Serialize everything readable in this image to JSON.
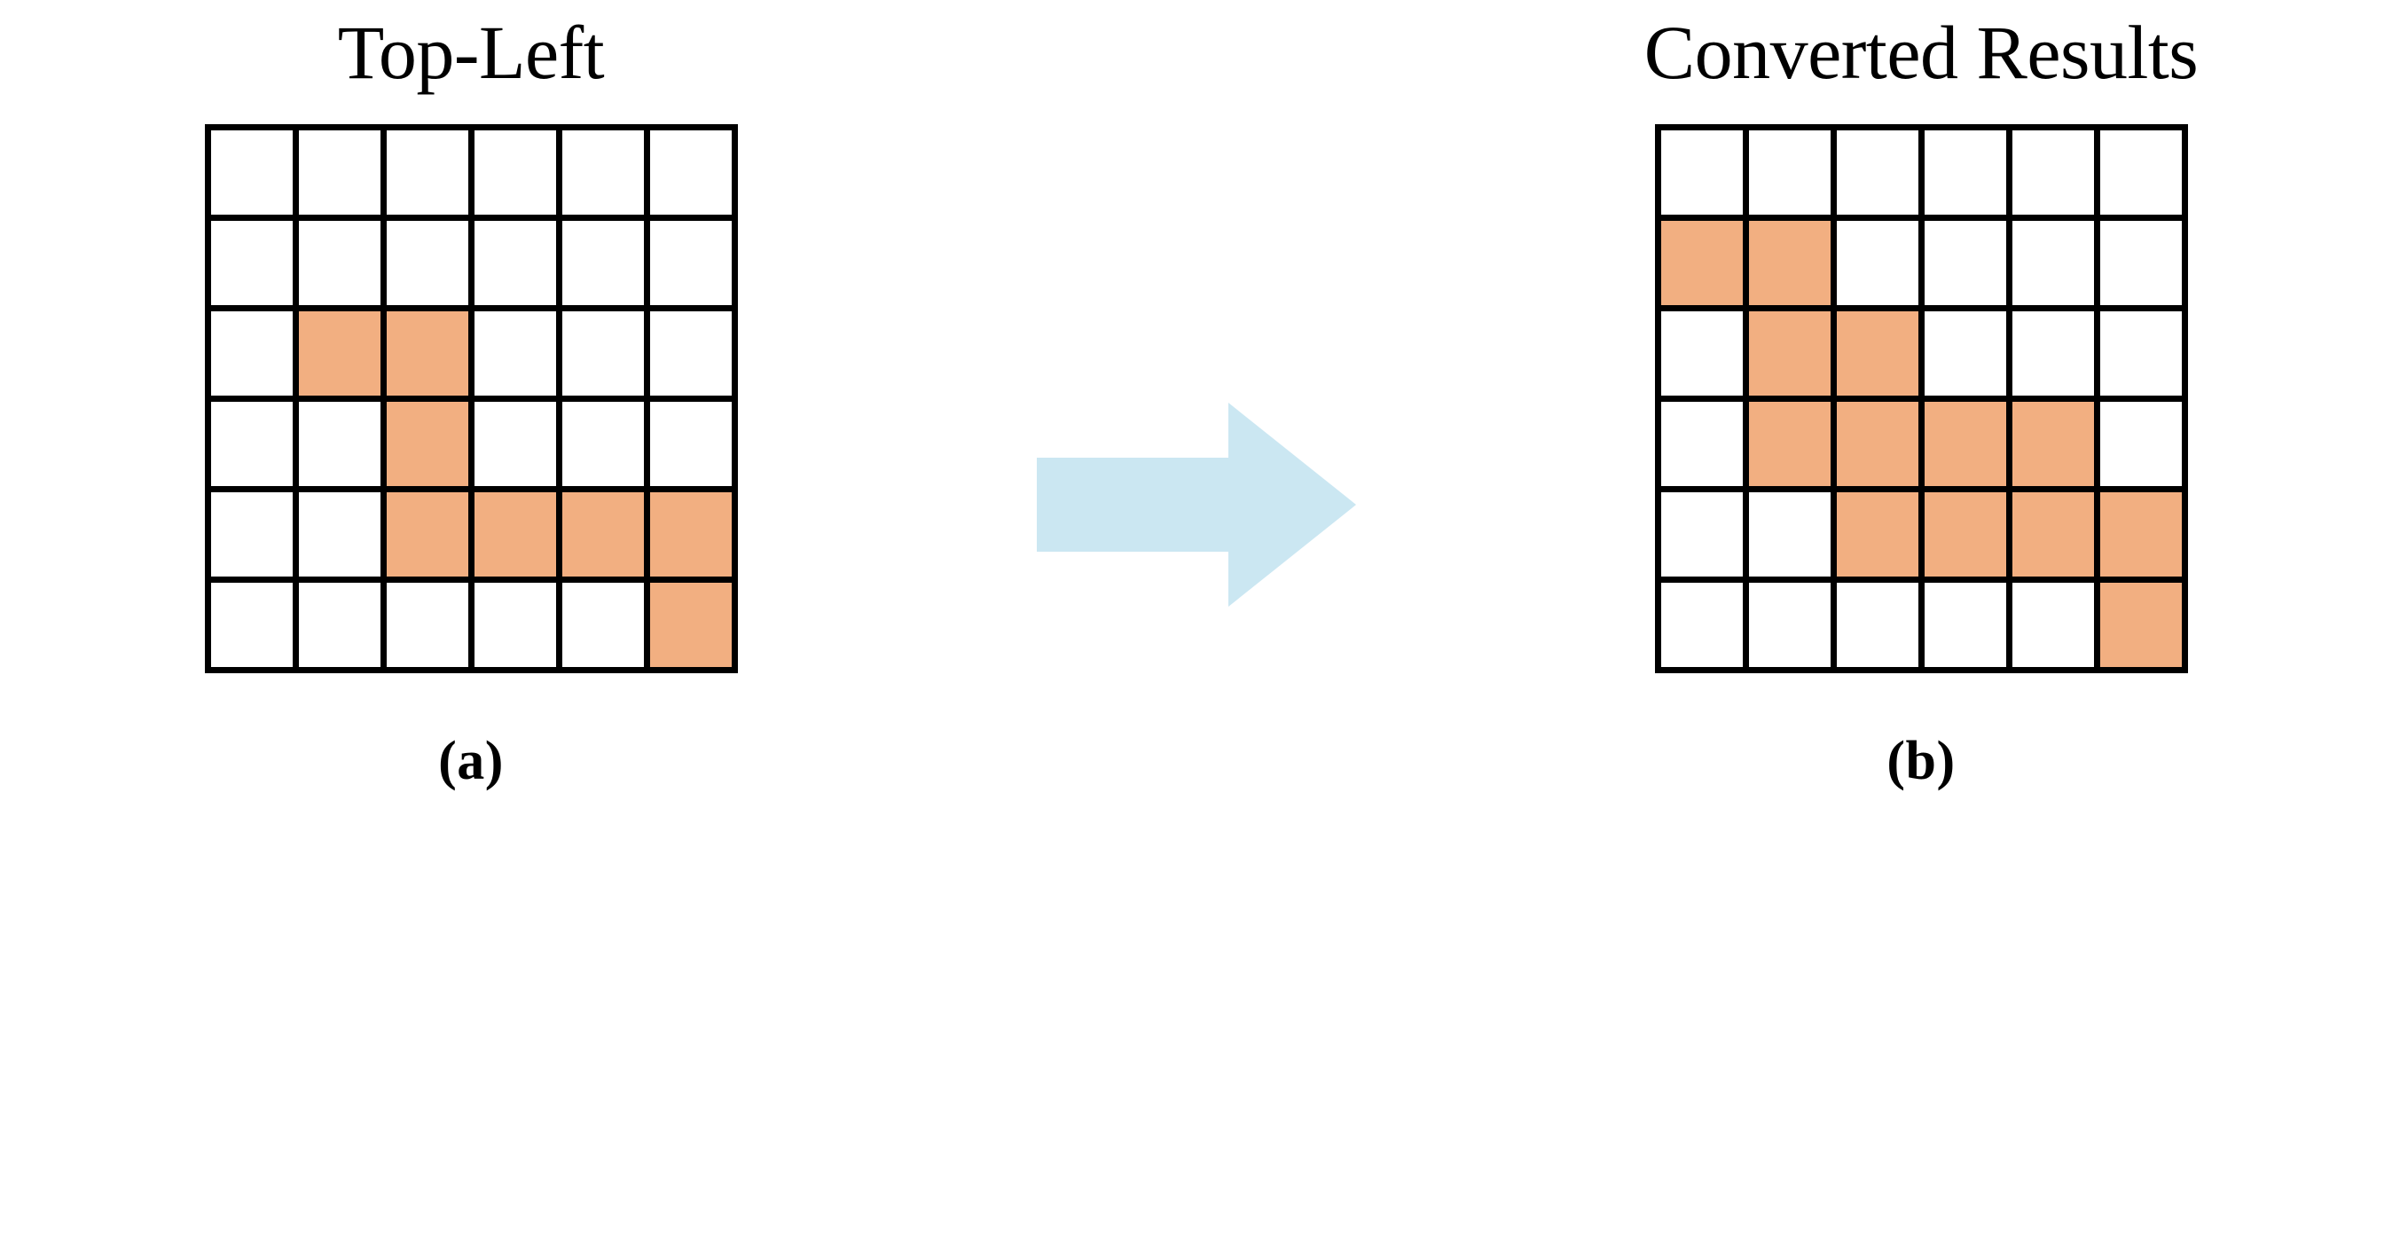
{
  "figure": {
    "background_color": "#FFFFFF",
    "fill_color": "#F2AF81",
    "grid_line_color": "#000000",
    "arrow_color": "#CBE7F2",
    "arrow_name": "right-arrow"
  },
  "panels": [
    {
      "id": "a",
      "title": "Top-Left",
      "caption": "(a)",
      "grid": {
        "rows": 6,
        "cols": 6,
        "filled_cells": [
          [
            3,
            2
          ],
          [
            3,
            3
          ],
          [
            4,
            3
          ],
          [
            5,
            3
          ],
          [
            5,
            4
          ],
          [
            5,
            5
          ],
          [
            5,
            6
          ],
          [
            6,
            6
          ]
        ],
        "matrix": [
          [
            0,
            0,
            0,
            0,
            0,
            0
          ],
          [
            0,
            0,
            0,
            0,
            0,
            0
          ],
          [
            0,
            1,
            1,
            0,
            0,
            0
          ],
          [
            0,
            0,
            1,
            0,
            0,
            0
          ],
          [
            0,
            0,
            1,
            1,
            1,
            1
          ],
          [
            0,
            0,
            0,
            0,
            0,
            1
          ]
        ]
      }
    },
    {
      "id": "b",
      "title": "Converted Results",
      "caption": "(b)",
      "grid": {
        "rows": 6,
        "cols": 6,
        "filled_cells": [
          [
            2,
            1
          ],
          [
            2,
            2
          ],
          [
            3,
            2
          ],
          [
            3,
            3
          ],
          [
            4,
            2
          ],
          [
            4,
            3
          ],
          [
            4,
            4
          ],
          [
            4,
            5
          ],
          [
            5,
            3
          ],
          [
            5,
            4
          ],
          [
            5,
            5
          ],
          [
            5,
            6
          ],
          [
            6,
            6
          ]
        ],
        "matrix": [
          [
            0,
            0,
            0,
            0,
            0,
            0
          ],
          [
            1,
            1,
            0,
            0,
            0,
            0
          ],
          [
            0,
            1,
            1,
            0,
            0,
            0
          ],
          [
            0,
            1,
            1,
            1,
            1,
            0
          ],
          [
            0,
            0,
            1,
            1,
            1,
            1
          ],
          [
            0,
            0,
            0,
            0,
            0,
            1
          ]
        ]
      }
    }
  ]
}
